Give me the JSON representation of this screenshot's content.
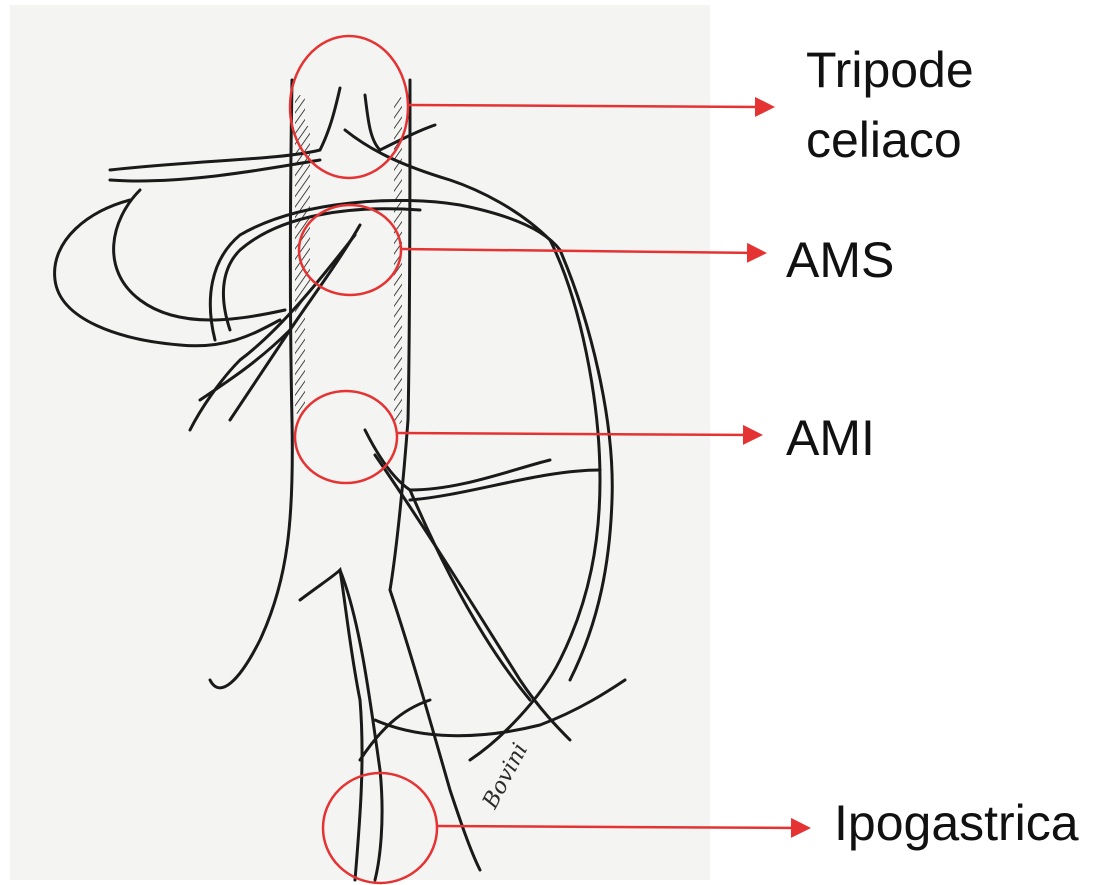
{
  "labels": {
    "celiac_trunk_line1": "Tripode",
    "celiac_trunk_line2": "celiaco",
    "superior_mesenteric": "AMS",
    "inferior_mesenteric": "AMI",
    "hypogastric": "Ipogastrica"
  },
  "signature": "Bovini",
  "colors": {
    "annotation": "#e53333",
    "ink": "#1a1a1a",
    "paper": "#f4f4f2",
    "label_text": "#111111"
  }
}
